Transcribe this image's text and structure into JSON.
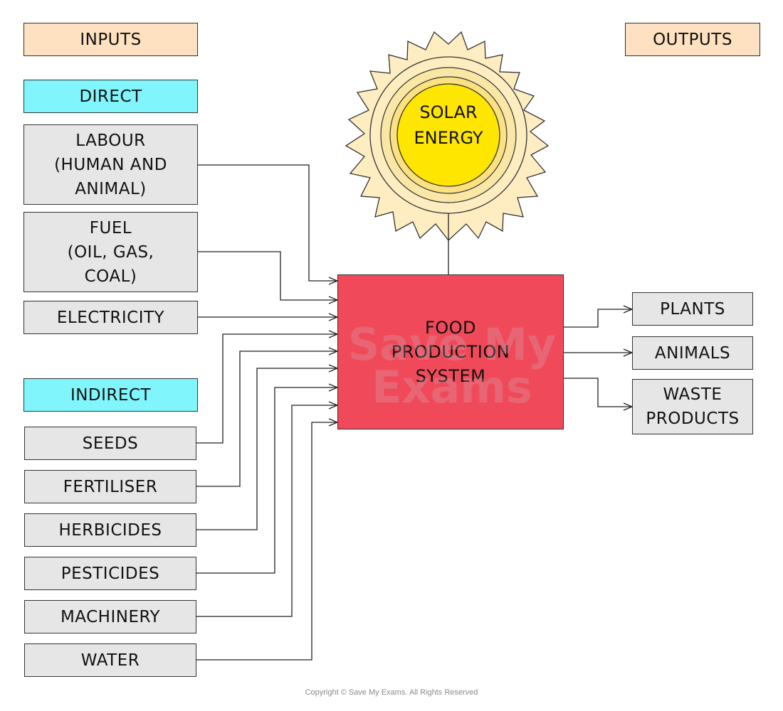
{
  "headers": {
    "inputs": "INPUTS",
    "outputs": "OUTPUTS"
  },
  "categories": {
    "direct": "DIRECT",
    "indirect": "INDIRECT"
  },
  "direct_inputs": {
    "labour": "LABOUR\n(HUMAN AND\nANIMAL)",
    "fuel": "FUEL\n(OIL, GAS,\nCOAL)",
    "electricity": "ELECTRICITY"
  },
  "indirect_inputs": {
    "seeds": "SEEDS",
    "fertiliser": "FERTILISER",
    "herbicides": "HERBICIDES",
    "pesticides": "PESTICIDES",
    "machinery": "MACHINERY",
    "water": "WATER"
  },
  "sun": {
    "label": "SOLAR\nENERGY"
  },
  "system": {
    "label": "FOOD\nPRODUCTION\nSYSTEM"
  },
  "outputs": {
    "plants": "PLANTS",
    "animals": "ANIMALS",
    "waste": "WASTE\nPRODUCTS"
  },
  "watermark": "Save My Exams",
  "copyright": "Copyright © Save My Exams. All Rights Reserved",
  "colors": {
    "header_fill": "#fde1c0",
    "category_fill": "#80f5fb",
    "item_fill": "#e6e6e6",
    "system_fill": "#f04a5a",
    "sun_core": "#ffe600",
    "sun_rays": "#fdedc0"
  }
}
